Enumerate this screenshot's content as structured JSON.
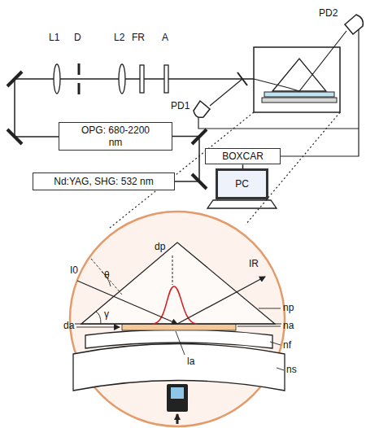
{
  "diagram": {
    "nodes": [
      {
        "text": [
          "OPG: 680-2200 nm"
        ]
      },
      {
        "text": [
          "Nd:YAG, SHG: 532 nm"
        ]
      },
      {
        "text": [
          "BOXCAR"
        ]
      },
      {
        "text": [
          "PC"
        ]
      }
    ],
    "edges": [
      {
        "from": 1,
        "to": 0,
        "arrow": "none"
      },
      {
        "from": 2,
        "to": 3,
        "arrow": "none"
      }
    ],
    "labels": [
      "L1",
      "D",
      "L2",
      "FR",
      "A",
      "PD2",
      "PD1",
      "I0",
      "θ",
      "dp",
      "IR",
      "γ",
      "np",
      "na",
      "da",
      "nf",
      "ns",
      "la"
    ]
  }
}
